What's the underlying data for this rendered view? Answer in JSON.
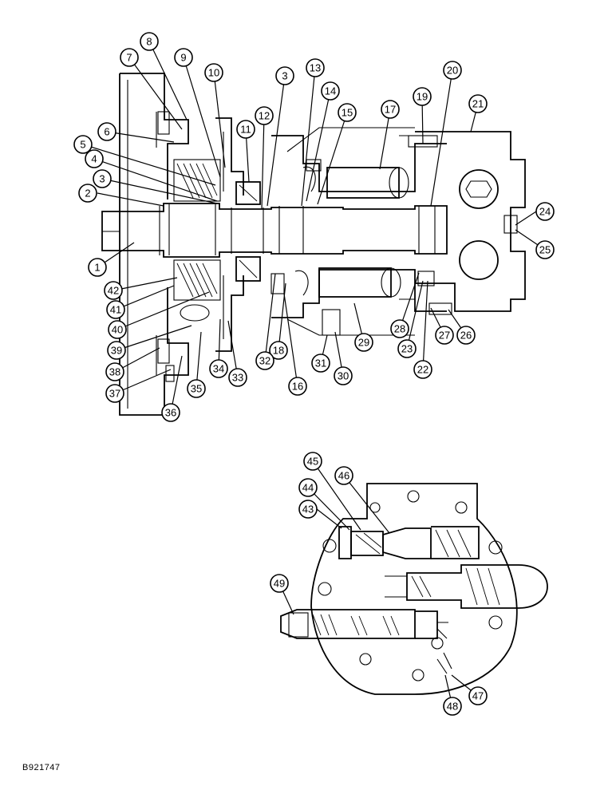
{
  "drawing_id": "B921747",
  "callouts": [
    "1",
    "2",
    "3",
    "3",
    "4",
    "5",
    "6",
    "7",
    "8",
    "9",
    "10",
    "11",
    "12",
    "13",
    "14",
    "15",
    "16",
    "17",
    "18",
    "19",
    "20",
    "21",
    "22",
    "23",
    "24",
    "25",
    "26",
    "27",
    "28",
    "29",
    "30",
    "31",
    "32",
    "33",
    "34",
    "35",
    "36",
    "37",
    "38",
    "39",
    "40",
    "41",
    "42",
    "43",
    "44",
    "45",
    "46",
    "47",
    "48",
    "49"
  ]
}
